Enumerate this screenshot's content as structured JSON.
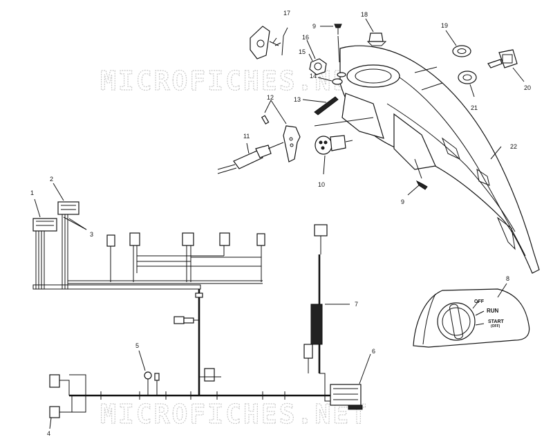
{
  "watermark": "MICROFICHES.NET",
  "callouts": [
    "1",
    "2",
    "3",
    "4",
    "5",
    "6",
    "7",
    "8",
    "9",
    "9",
    "10",
    "11",
    "12",
    "13",
    "14",
    "15",
    "16",
    "17",
    "18",
    "19",
    "20",
    "21",
    "22"
  ],
  "ignition_labels": {
    "off": "OFF",
    "run": "RUN",
    "start": "START",
    "start_sub": "(OFF)"
  }
}
